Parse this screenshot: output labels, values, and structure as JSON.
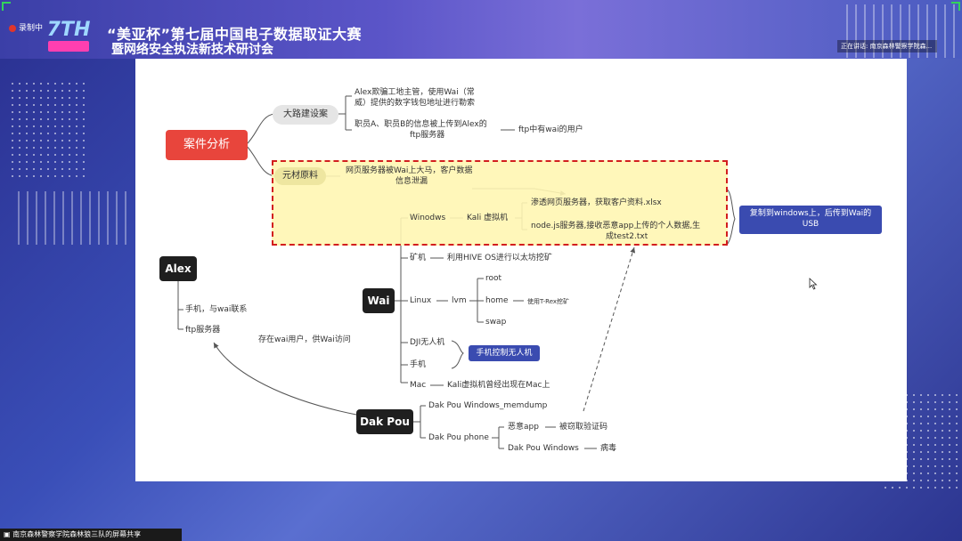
{
  "header": {
    "recording": "录制中",
    "logo_text": "7TH",
    "title_line1": "“美亚杯”第七届中国电子数据取证大赛",
    "title_line2": "暨网络安全执法新技术研讨会",
    "speaking": "正在讲话: 南京森林警察学院森..."
  },
  "footer": {
    "share_text": "南京森林警察学院森林狼三队的屏幕共享"
  },
  "diagram": {
    "root": "案件分析",
    "branch_road": "大路建设案",
    "road_item1_line1": "Alex欺骗工地主管，使用Wai（常",
    "road_item1_line2": "威）提供的数字钱包地址进行勒索",
    "road_item2_line1": "职员A、职员B的信息被上传到Alex的",
    "road_item2_line2": "ftp服务器",
    "road_item2_child": "ftp中有wai的用户",
    "branch_yuancai": "元材原料",
    "yuancai_item_line1": "网页服务器被Wai上大马，客户数据",
    "yuancai_item_line2": "信息泄漏",
    "alex": "Alex",
    "alex_item1": "手机，与wai联系",
    "alex_item2": "ftp服务器",
    "wai": "Wai",
    "wai_left_label": "存在wai用户，供Wai访问",
    "windows": "Winodws",
    "kali": "Kali 虚拟机",
    "kali_item1": "渗透网页服务器，获取客户资料.xlsx",
    "kali_item2_line1": "node.js服务器,接收恶意app上传的个人数据,生",
    "kali_item2_line2": "成test2.txt",
    "copy_box_line1": "复制到windows上，后传到Wai的",
    "copy_box_line2": "USB",
    "miner": "矿机",
    "miner_item": "利用HIVE OS进行以太坊挖矿",
    "linux": "Linux",
    "lvm": "lvm",
    "root_dir": "root",
    "home_dir": "home",
    "home_item": "使用T-Rex挖矿",
    "swap_dir": "swap",
    "dji": "DJI无人机",
    "phone": "手机",
    "drone_box": "手机控制无人机",
    "mac": "Mac",
    "mac_item": "Kali虚拟机曾经出现在Mac上",
    "dakpou": "Dak Pou",
    "dak_item1": "Dak Pou Windows_memdump",
    "dak_item2": "Dak Pou phone",
    "dak_phone_app": "恶意app",
    "dak_phone_app_item": "被窃取验证码",
    "dak_phone_windows": "Dak Pou Windows",
    "dak_phone_windows_item": "病毒"
  }
}
